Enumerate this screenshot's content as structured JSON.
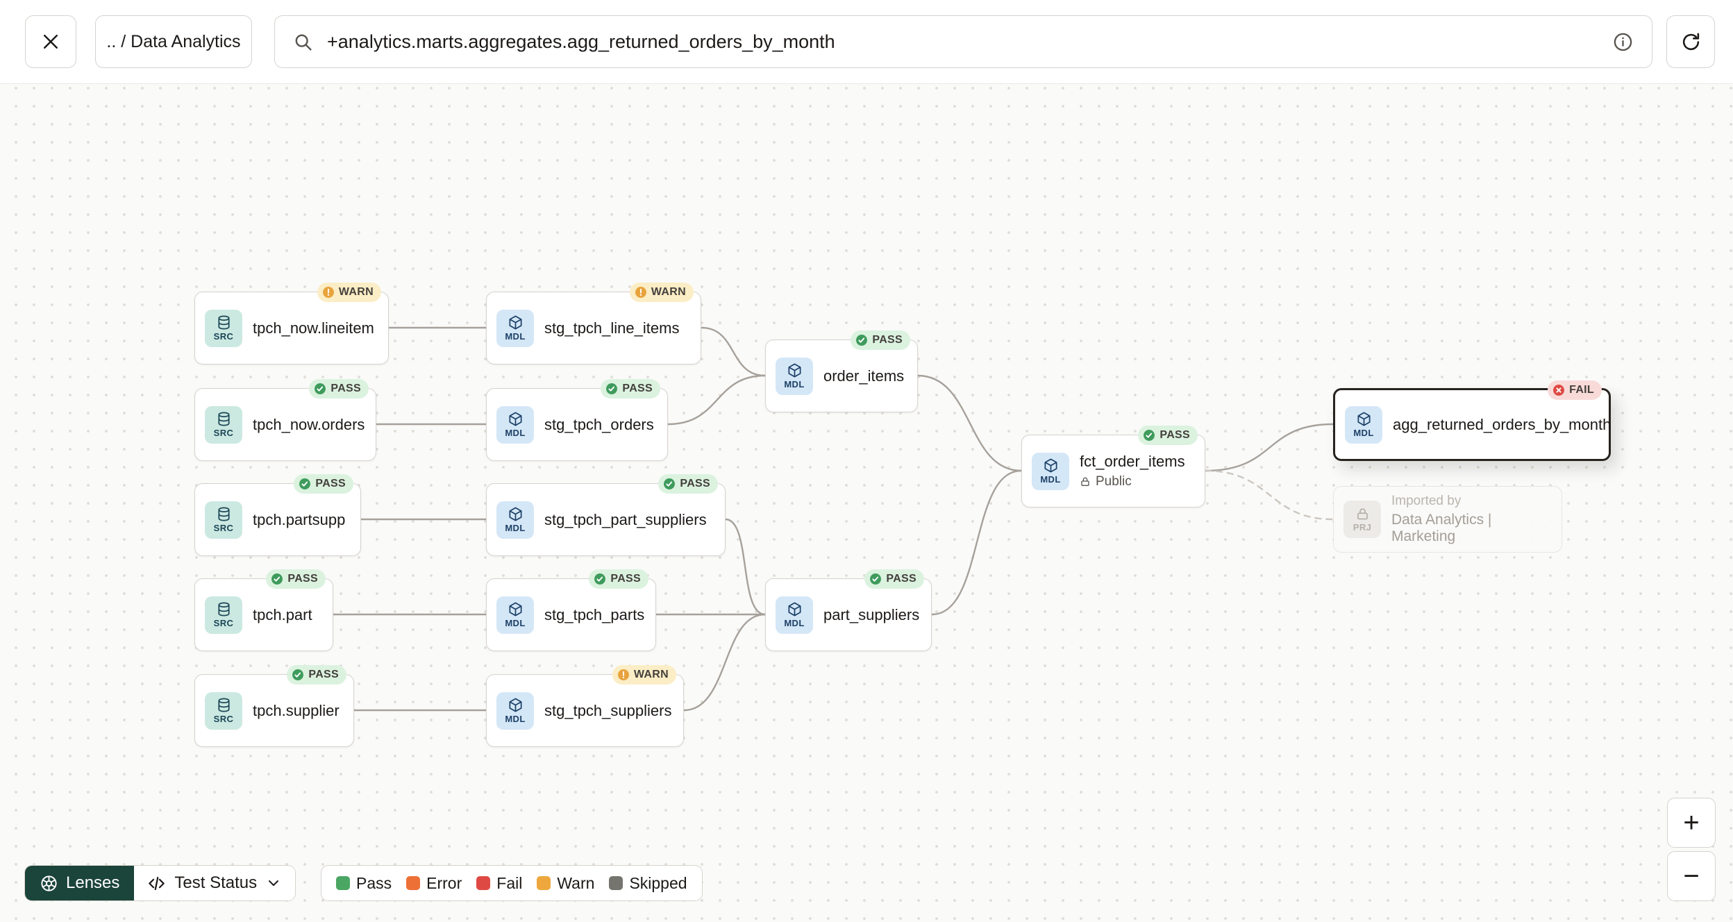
{
  "topbar": {
    "breadcrumb": ".. / Data Analytics",
    "search_value": "+analytics.marts.aggregates.agg_returned_orders_by_month"
  },
  "icons": {
    "close": "x-mark",
    "search": "magnifier",
    "info": "info-circle",
    "refresh": "circular-arrow",
    "lenses": "aperture-lens",
    "lens_selector": "code-brackets",
    "chevron": "chevron-down",
    "src_tile": "database",
    "mdl_tile": "cube",
    "prj_tile": "lock",
    "public": "lock"
  },
  "graph": {
    "nodes": [
      {
        "label": "tpch_now.lineitem",
        "type": "SRC",
        "status": "WARN"
      },
      {
        "label": "stg_tpch_line_items",
        "type": "MDL",
        "status": "WARN"
      },
      {
        "label": "tpch_now.orders",
        "type": "SRC",
        "status": "PASS"
      },
      {
        "label": "stg_tpch_orders",
        "type": "MDL",
        "status": "PASS"
      },
      {
        "label": "tpch.partsupp",
        "type": "SRC",
        "status": "PASS"
      },
      {
        "label": "stg_tpch_part_suppliers",
        "type": "MDL",
        "status": "PASS"
      },
      {
        "label": "tpch.part",
        "type": "SRC",
        "status": "PASS"
      },
      {
        "label": "stg_tpch_parts",
        "type": "MDL",
        "status": "PASS"
      },
      {
        "label": "tpch.supplier",
        "type": "SRC",
        "status": "PASS"
      },
      {
        "label": "stg_tpch_suppliers",
        "type": "MDL",
        "status": "WARN"
      },
      {
        "label": "order_items",
        "type": "MDL",
        "status": "PASS"
      },
      {
        "label": "part_suppliers",
        "type": "MDL",
        "status": "PASS"
      },
      {
        "label": "fct_order_items",
        "type": "MDL",
        "status": "PASS",
        "visibility": "Public"
      },
      {
        "label": "agg_returned_orders_by_month",
        "type": "MDL",
        "status": "FAIL",
        "selected": true
      }
    ],
    "imported_by_node": {
      "type": "PRJ",
      "title": "Imported by",
      "subtitle": "Data Analytics | Marketing"
    }
  },
  "footer": {
    "lenses_label": "Lenses",
    "lens_name": "Test Status",
    "legend": [
      {
        "label": "Pass",
        "color": "#4BA664"
      },
      {
        "label": "Error",
        "color": "#ED7037"
      },
      {
        "label": "Fail",
        "color": "#DE4A43"
      },
      {
        "label": "Warn",
        "color": "#EDA73D"
      },
      {
        "label": "Skipped",
        "color": "#75746F"
      }
    ],
    "zoom_in": "+",
    "zoom_out": "−"
  },
  "status_colors": {
    "pass_badge_bg": "#DBF2DF",
    "warn_badge_bg": "#FBEDC5",
    "fail_badge_bg": "#F8DBD9",
    "pass_dot": "#3E9B5C",
    "warn_dot": "#E8A33D",
    "fail_dot": "#DE4A43"
  }
}
